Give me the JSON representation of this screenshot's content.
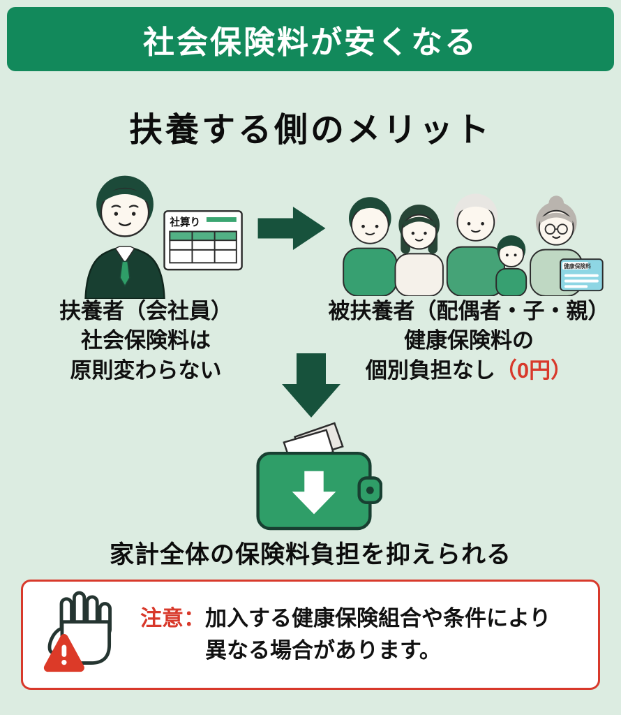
{
  "colors": {
    "header_green": "#12895b",
    "background_mint": "#dcece1",
    "arrow_green": "#17523c",
    "wallet_green": "#2f9e68",
    "alert_red": "#d8392b"
  },
  "header": {
    "title": "社会保険料が安くなる"
  },
  "main": {
    "title": "扶養する側のメリット",
    "supporter": {
      "caption": "扶養者（会社員）",
      "line1": "社会保険料は",
      "line2": "原則変わらない",
      "payslip_label": "社算り"
    },
    "dependents": {
      "caption": "被扶養者（配偶者・子・親）",
      "line1": "健康保険料の",
      "line2": "個別負担なし",
      "line2_highlight": "（0円）",
      "card_label": "健康保険料"
    },
    "result": "家計全体の保険料負担を抑えられる"
  },
  "notice": {
    "label": "注意：",
    "line1": "加入する健康保険組合や条件により",
    "line2": "異なる場合があります。"
  }
}
